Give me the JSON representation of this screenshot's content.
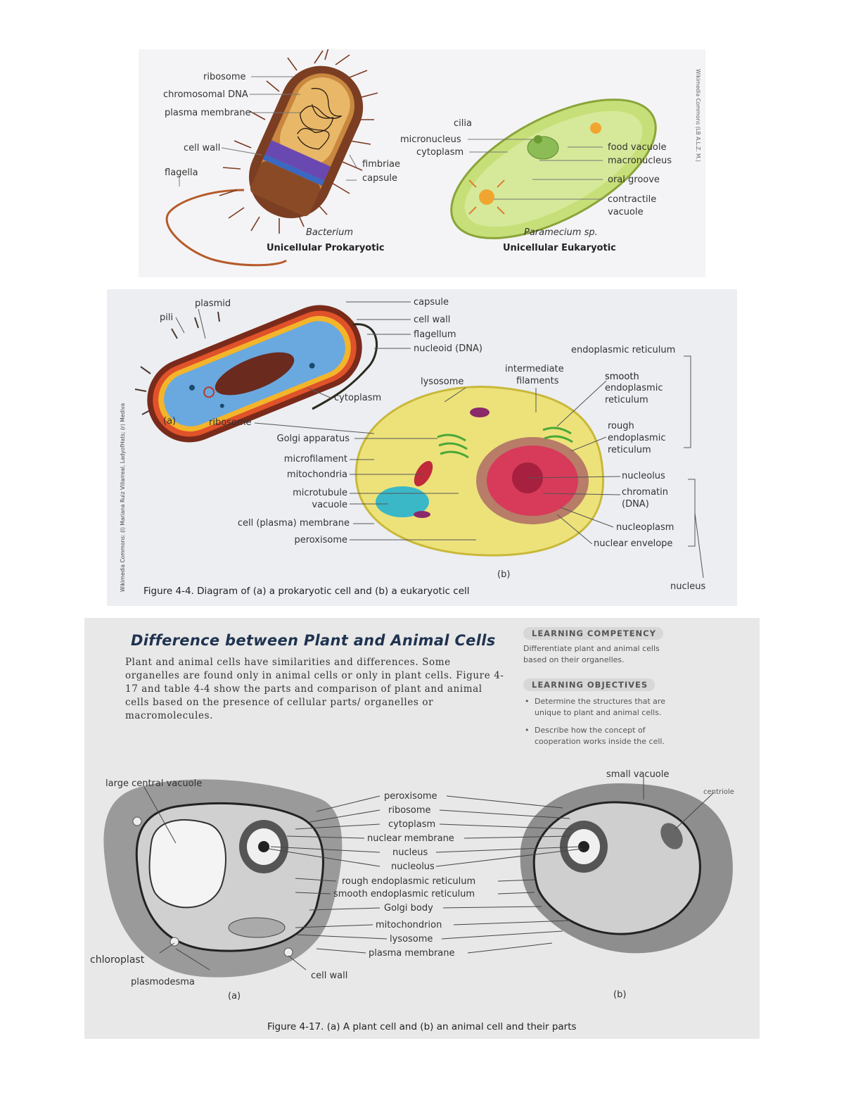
{
  "panel1": {
    "bacterium_labels": [
      "ribosome",
      "chromosomal DNA",
      "plasma membrane",
      "cell wall",
      "flagella",
      "fimbriae",
      "capsule"
    ],
    "paramecium_labels": [
      "cilia",
      "micronucleus",
      "cytoplasm",
      "food vacuole",
      "macronucleus",
      "oral groove",
      "contractile",
      "vacuole"
    ],
    "bacterium_name": "Bacterium",
    "bacterium_caption": "Unicellular Prokaryotic",
    "paramecium_name": "Paramecium sp.",
    "paramecium_caption": "Unicellular Eukaryotic",
    "credit": "Wikimedia Commons (LB A.L.Z. M.)"
  },
  "panel2": {
    "prokaryote_labels": [
      "plasmid",
      "pili",
      "capsule",
      "cell wall",
      "flagellum",
      "nucleoid (DNA)",
      "cytoplasm",
      "ribosome"
    ],
    "part_a": "(a)",
    "part_b": "(b)",
    "eukaryote_left_labels": [
      "Golgi apparatus",
      "microfilament",
      "mitochondria",
      "microtubule",
      "vacuole",
      "cell (plasma) membrane",
      "peroxisome"
    ],
    "eukaryote_top_labels": [
      "lysosome",
      "intermediate",
      "filaments"
    ],
    "er_group": "endoplasmic reticulum",
    "smooth_er": [
      "smooth",
      "endoplasmic",
      "reticulum"
    ],
    "rough_er": [
      "rough",
      "endoplasmic",
      "reticulum"
    ],
    "nucleus_parts": [
      "nucleolus",
      "chromatin",
      "(DNA)",
      "nucleoplasm",
      "nuclear envelope"
    ],
    "nucleus_group": "nucleus",
    "caption": "Figure 4-4. Diagram of (a) a prokaryotic cell and (b) a eukaryotic cell",
    "credit": "Wikimedia Commons: (l) Mariana Ruiz Villarreal, LadyofHats; (r) Mediva"
  },
  "panel3": {
    "title": "Difference between Plant and Animal Cells",
    "body": "Plant and animal cells have similarities and differences. Some organelles are found only in animal cells or only in plant cells. Figure 4-17 and table 4-4 show the parts and comparison of plant and animal cells based on the presence of cellular parts/ organelles or macromolecules.",
    "competency_heading": "LEARNING COMPETENCY",
    "competency_text": "Differentiate plant and animal cells based on their organelles.",
    "objectives_heading": "LEARNING OBJECTIVES",
    "objectives": [
      "Determine the structures that are unique to plant and animal cells.",
      "Describe how the concept of cooperation works inside the cell."
    ],
    "plant_labels": [
      "large central vacuole",
      "chloroplast",
      "plasmodesma",
      "cell wall"
    ],
    "animal_labels": [
      "small vacuole",
      "centriole"
    ],
    "shared_labels": [
      "peroxisome",
      "ribosome",
      "cytoplasm",
      "nuclear membrane",
      "nucleus",
      "nucleolus",
      "rough endoplasmic reticulum",
      "smooth endoplasmic reticulum",
      "Golgi body",
      "mitochondrion",
      "lysosome",
      "plasma membrane"
    ],
    "part_a": "(a)",
    "part_b": "(b)",
    "caption": "Figure 4-17. (a) A plant cell and (b) an animal cell and their parts"
  }
}
